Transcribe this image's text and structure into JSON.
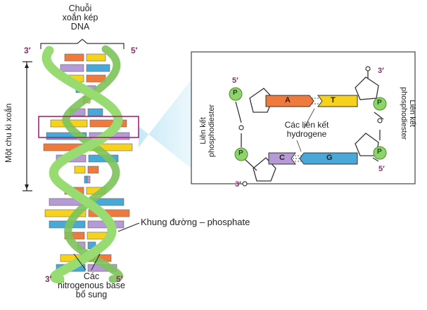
{
  "top_label": [
    "Chuỗi",
    "xoắn kép",
    "DNA"
  ],
  "helix_left_top": "3′",
  "helix_right_top": "5′",
  "helix_left_bottom": "3′",
  "helix_right_bottom": "5′",
  "cycle_label": "Một chu kì xoắn",
  "backbone_label": "Khung đường – phosphate",
  "bases_label": [
    "Các",
    "nitrogenous base",
    "bổ sung"
  ],
  "detail": {
    "top_right_end": "3′",
    "top_left_end": "5′",
    "bottom_left_end": "3′",
    "bottom_right_end": "5′",
    "phosphate": "P",
    "bond_left": [
      "Liên kết",
      "phosphodiester"
    ],
    "bond_right": [
      "Liên kết",
      "phosphodiester"
    ],
    "hydrogen_bonds": [
      "Các liên kết",
      "hydrogene"
    ],
    "base_a": "A",
    "base_t": "T",
    "base_c": "C",
    "base_g": "G"
  },
  "colors": {
    "backbone": "#8ed46a",
    "adenine": "#f07a3c",
    "thymine": "#f6d21c",
    "cytosine": "#b59ad6",
    "guanine": "#4aa8d8",
    "highlight": "#a0287a"
  }
}
